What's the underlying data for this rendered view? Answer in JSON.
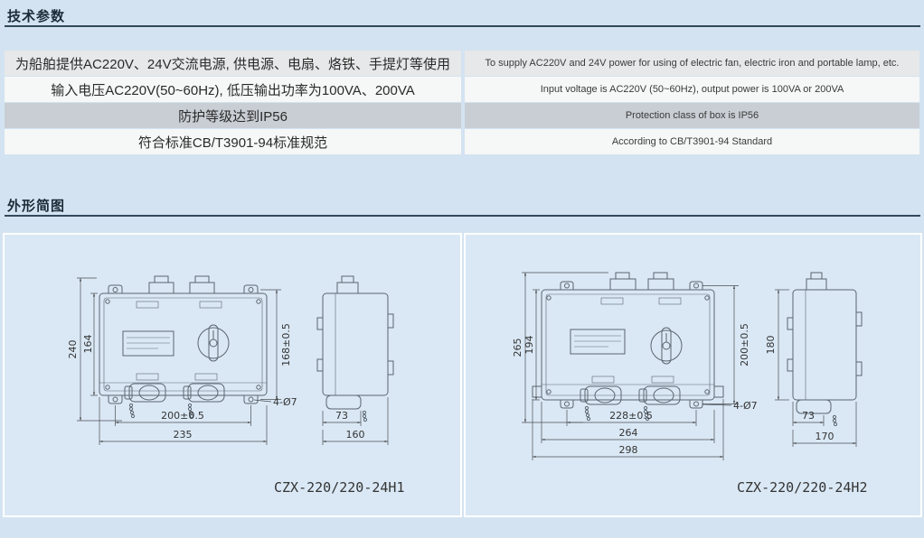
{
  "colors": {
    "page_bg": "#d4e3f1",
    "panel_bg": "#dae8f5",
    "rule": "#32495c",
    "row_light": "#f6f7f7",
    "row_gray": "#e7e8e9",
    "row_dark": "#c9ced4"
  },
  "sections": {
    "tech_params": {
      "title": "技术参数",
      "rows": [
        {
          "cn": "为船舶提供AC220V、24V交流电源, 供电源、电扇、烙铁、手提灯等使用",
          "en": "To supply AC220V and 24V power for using of electric fan, electric iron and portable lamp, etc."
        },
        {
          "cn": "输入电压AC220V(50~60Hz), 低压输出功率为100VA、200VA",
          "en": "Input voltage is AC220V (50~60Hz), output power is 100VA or 200VA"
        },
        {
          "cn": "防护等级达到IP56",
          "en": "Protection class of box is IP56"
        },
        {
          "cn": "符合标准CB/T3901-94标准规范",
          "en": "According to CB/T3901-94 Standard"
        }
      ]
    },
    "outline": {
      "title": "外形简图",
      "panels": [
        {
          "model": "CZX-220/220-24H1",
          "dims": {
            "overall_h": "240",
            "body_h": "164",
            "mount_v": "168±0.5",
            "mount_w": "200±0.5",
            "overall_w": "235",
            "holes": "4-Ø7",
            "depth_front": "73",
            "depth": "160"
          }
        },
        {
          "model": "CZX-220/220-24H2",
          "dims": {
            "overall_h": "265",
            "body_h": "194",
            "mount_v": "200±0.5",
            "side_h": "180",
            "mount_w": "228±0.5",
            "body_w": "264",
            "overall_w": "298",
            "holes": "4-Ø7",
            "depth_front": "73",
            "depth": "170"
          }
        }
      ]
    }
  }
}
